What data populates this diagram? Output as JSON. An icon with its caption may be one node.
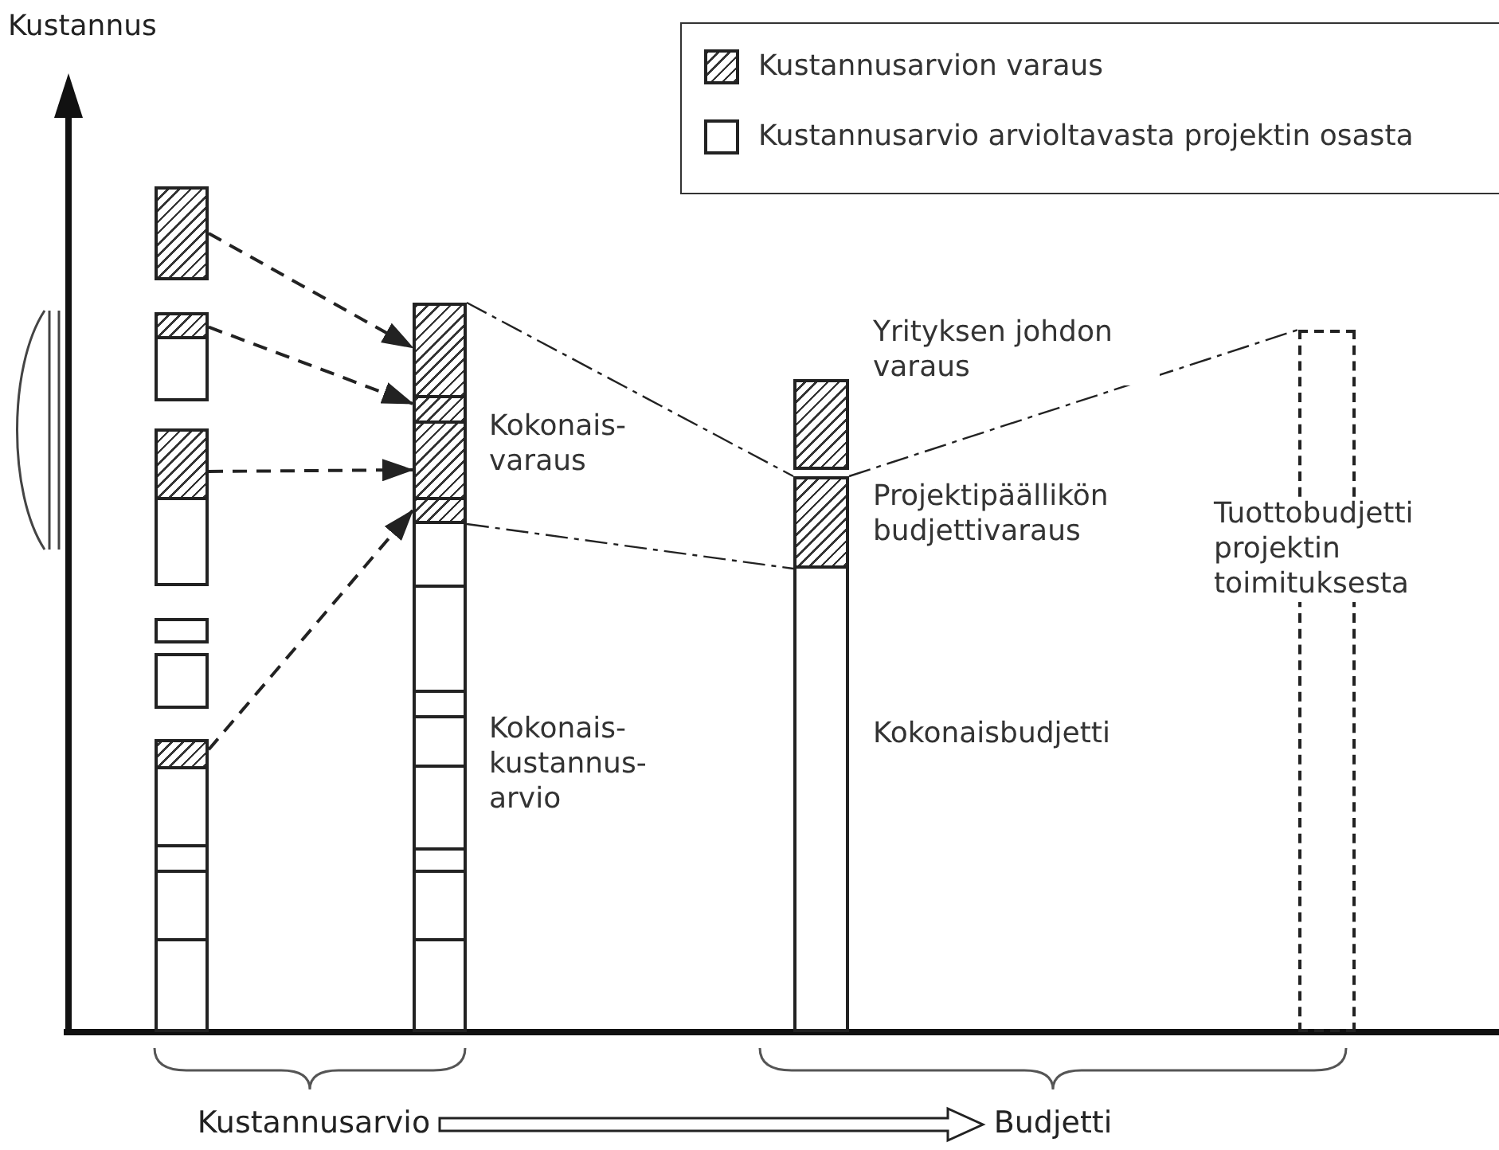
{
  "diagram": {
    "nodes": [
      {
        "text": [],
        "shape": "box"
      },
      {
        "text": [],
        "shape": "box"
      },
      {
        "text": [],
        "shape": "box"
      },
      {
        "text": [],
        "shape": "box"
      },
      {
        "text": [],
        "shape": "box"
      },
      {
        "text": [],
        "shape": "box"
      },
      {
        "text": [],
        "shape": "box"
      },
      {
        "text": [],
        "shape": "box"
      },
      {
        "text": [],
        "shape": "box"
      },
      {
        "text": [],
        "shape": "box"
      },
      {
        "text": [],
        "shape": "box"
      },
      {
        "text": [],
        "shape": "box"
      },
      {
        "text": [],
        "shape": "box"
      },
      {
        "text": [],
        "shape": "box"
      },
      {
        "text": [],
        "shape": "box"
      },
      {
        "text": [],
        "shape": "box"
      },
      {
        "text": [],
        "shape": "box"
      },
      {
        "text": [],
        "shape": "box"
      },
      {
        "text": [],
        "shape": "box"
      },
      {
        "text": [],
        "shape": "box"
      },
      {
        "text": [],
        "shape": "box"
      },
      {
        "text": [],
        "shape": "box"
      },
      {
        "text": [],
        "shape": "box"
      },
      {
        "text": [],
        "shape": "box"
      },
      {
        "text": [],
        "shape": "box",
        "beside": [
          "Yrityksen johdon varaus"
        ]
      },
      {
        "text": [],
        "shape": "box",
        "beside": [
          "Projektipäällikön budjettivaraus"
        ]
      },
      {
        "text": [],
        "shape": "box",
        "beside": [
          "Kokonaisbudjetti"
        ]
      },
      {
        "text": [
          "Tuottobudjetti projektin toimituksesta"
        ]
      },
      {
        "text": [
          "Kustannusarvio"
        ]
      },
      {
        "text": [
          "Budjetti"
        ]
      }
    ],
    "edges": [
      {
        "from": 0,
        "to": 12,
        "arrow": "to",
        "style": "dashed"
      },
      {
        "from": 1,
        "to": 13,
        "arrow": "to",
        "style": "dashed"
      },
      {
        "from": 3,
        "to": 14,
        "arrow": "to",
        "style": "dashed"
      },
      {
        "from": 7,
        "to": 15,
        "arrow": "to",
        "style": "dashed"
      },
      {
        "from": 12,
        "to": 25,
        "arrow": "none",
        "style": "dashed"
      },
      {
        "from": 15,
        "to": 25,
        "arrow": "none",
        "style": "dashed"
      },
      {
        "from": 25,
        "to": 27,
        "arrow": "none",
        "style": "dashed"
      },
      {
        "from": 28,
        "to": 29,
        "arrow": "to"
      }
    ],
    "labels": [
      "Kustannus",
      "Kokonais- varaus",
      "Kokonais- kustannus- arvio"
    ],
    "legend": [
      {
        "text": "Kustannusarvion varaus"
      },
      {
        "text": "Kustannusarvio arvioltavasta projektin osasta"
      }
    ]
  }
}
